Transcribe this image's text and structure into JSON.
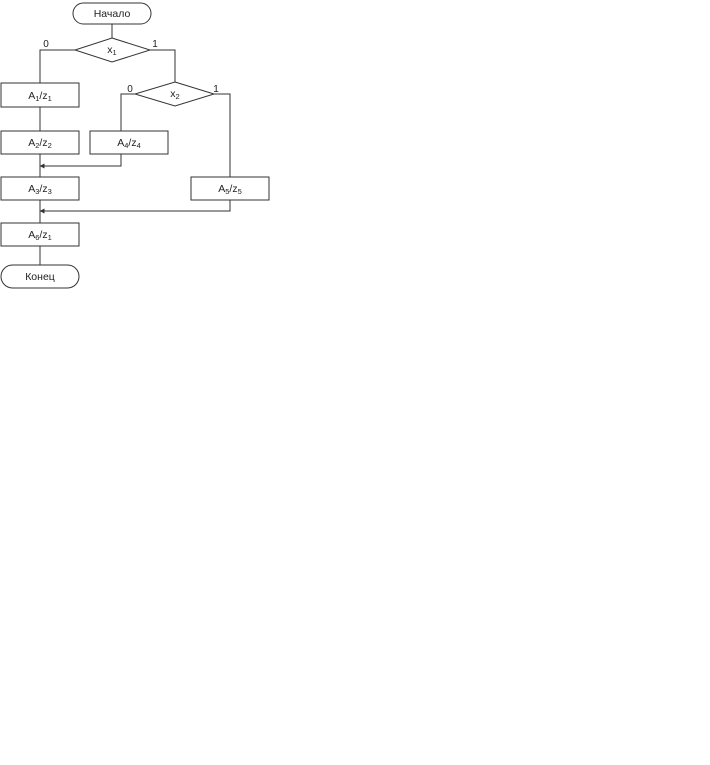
{
  "diagram": {
    "start_label": "Начало",
    "end_label": "Конец",
    "decisions": [
      {
        "var": "x",
        "sub": "1",
        "no_label": "0",
        "yes_label": "1"
      },
      {
        "var": "x",
        "sub": "2",
        "no_label": "0",
        "yes_label": "1"
      }
    ],
    "blocks": [
      {
        "a": "A",
        "a_sub": "1",
        "sep": "/",
        "z": "z",
        "z_sub": "1"
      },
      {
        "a": "A",
        "a_sub": "2",
        "sep": "/",
        "z": "z",
        "z_sub": "2"
      },
      {
        "a": "A",
        "a_sub": "4",
        "sep": "/",
        "z": "z",
        "z_sub": "4"
      },
      {
        "a": "A",
        "a_sub": "3",
        "sep": "/",
        "z": "z",
        "z_sub": "3"
      },
      {
        "a": "A",
        "a_sub": "5",
        "sep": "/",
        "z": "z",
        "z_sub": "5"
      },
      {
        "a": "A",
        "a_sub": "6",
        "sep": "/",
        "z": "z",
        "z_sub": "1"
      }
    ]
  },
  "colors": {
    "stroke": "#333333",
    "text": "#222222",
    "background": "#ffffff"
  }
}
